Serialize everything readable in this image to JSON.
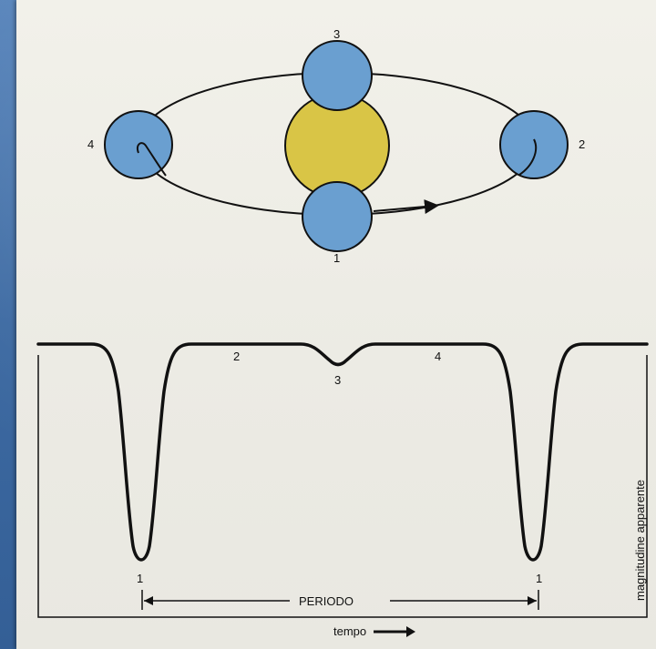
{
  "diagram": {
    "orbit_labels": [
      "1",
      "2",
      "3",
      "4"
    ],
    "curve_labels": {
      "eclipse_primary_left": "1",
      "point_2": "2",
      "eclipse_secondary": "3",
      "point_4": "4",
      "eclipse_primary_right": "1"
    },
    "period_label": "PERIODO",
    "time_label": "tempo",
    "y_axis_label": "magnitudine apparente",
    "colors": {
      "background": "#3f6fa6",
      "paper": "#eeede6",
      "star_small": "#6a9fd0",
      "star_large": "#d9c546",
      "ink": "#111111"
    }
  }
}
